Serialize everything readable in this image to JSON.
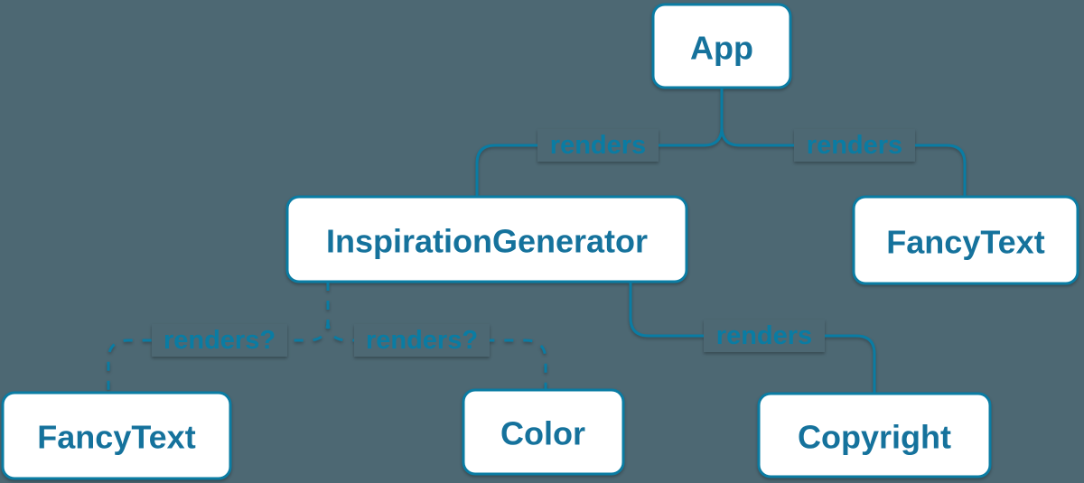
{
  "colors": {
    "background": "#4d6873",
    "accent": "#0a7ca3",
    "node_fill": "#ffffff",
    "node_text": "#15729c"
  },
  "nodes": {
    "app": {
      "label": "App"
    },
    "inspiration_generator": {
      "label": "InspirationGenerator"
    },
    "fancy_text_top": {
      "label": "FancyText"
    },
    "fancy_text_bottom": {
      "label": "FancyText"
    },
    "color": {
      "label": "Color"
    },
    "copyright": {
      "label": "Copyright"
    }
  },
  "edges": {
    "app_to_inspiration_generator": {
      "label": "renders",
      "style": "solid"
    },
    "app_to_fancy_text": {
      "label": "renders",
      "style": "solid"
    },
    "inspiration_generator_to_fancy_text": {
      "label": "renders?",
      "style": "dashed"
    },
    "inspiration_generator_to_color": {
      "label": "renders?",
      "style": "dashed"
    },
    "inspiration_generator_to_copyright": {
      "label": "renders",
      "style": "solid"
    }
  }
}
